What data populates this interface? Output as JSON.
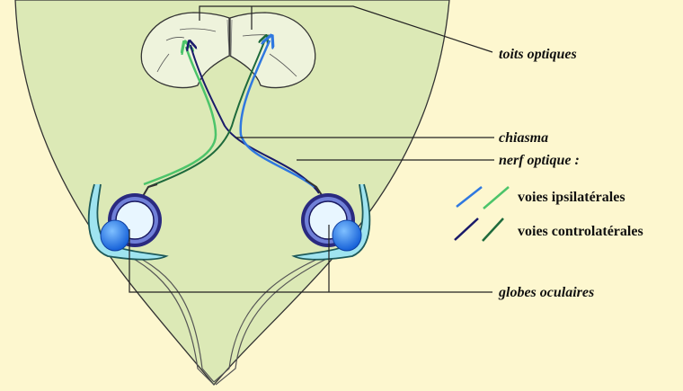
{
  "labels": {
    "toits": "toits optiques",
    "chiasma": "chiasma",
    "nerf": "nerf optique :",
    "ipsi": "voies ipsilatérales",
    "contro": "voies controlatérales",
    "globes": "globes oculaires"
  },
  "colors": {
    "background": "#fdf7cf",
    "head": "#dce9b6",
    "ipsi_blue": "#2f78e0",
    "ipsi_green": "#4cc46a",
    "contro_navy": "#1a1a6a",
    "contro_green": "#1e6a3c"
  }
}
